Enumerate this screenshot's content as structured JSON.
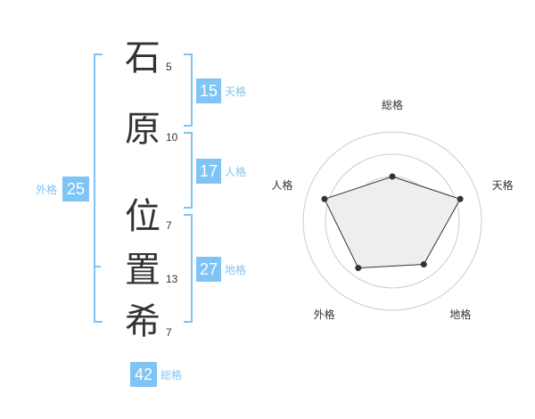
{
  "name": {
    "chars": [
      {
        "char": "石",
        "strokes": "5"
      },
      {
        "char": "原",
        "strokes": "10"
      },
      {
        "char": "位",
        "strokes": "7"
      },
      {
        "char": "置",
        "strokes": "13"
      },
      {
        "char": "希",
        "strokes": "7"
      }
    ]
  },
  "kakusu": {
    "tenkaku": {
      "value": "15",
      "label": "天格"
    },
    "jinkaku": {
      "value": "17",
      "label": "人格"
    },
    "chikaku": {
      "value": "27",
      "label": "地格"
    },
    "gaikaku": {
      "value": "25",
      "label": "外格"
    },
    "soukaku": {
      "value": "42",
      "label": "総格"
    }
  },
  "colors": {
    "accent": "#7fc4f5",
    "text": "#333333",
    "radar_fill": "#eeeeee",
    "radar_grid": "#cccccc"
  },
  "chart_data": {
    "type": "radar",
    "categories": [
      "総格",
      "天格",
      "地格",
      "外格",
      "人格"
    ],
    "values": [
      0.5,
      0.8,
      0.6,
      0.65,
      0.8
    ],
    "rings": 4,
    "range": [
      0,
      1
    ]
  }
}
